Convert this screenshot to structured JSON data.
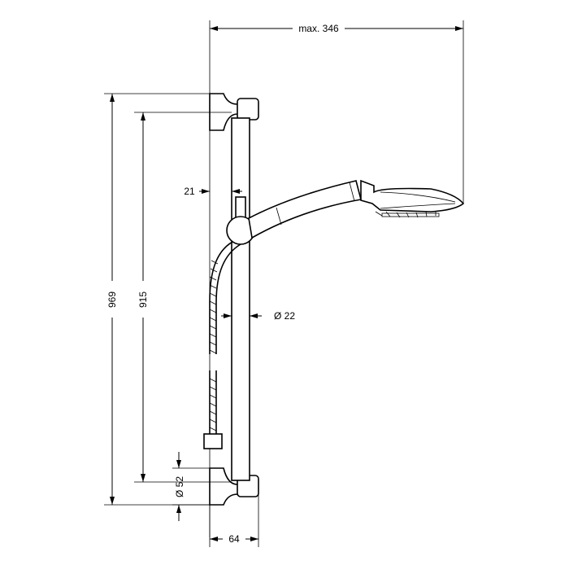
{
  "drawing": {
    "colors": {
      "line": "#000000",
      "background": "#ffffff"
    },
    "dimensions": {
      "max_width": "max. 346",
      "overall_height": "969",
      "rail_length": "915",
      "wall_offset": "21",
      "rail_diameter": "Ø 22",
      "bracket_diameter": "Ø 52",
      "bracket_depth": "64"
    }
  }
}
